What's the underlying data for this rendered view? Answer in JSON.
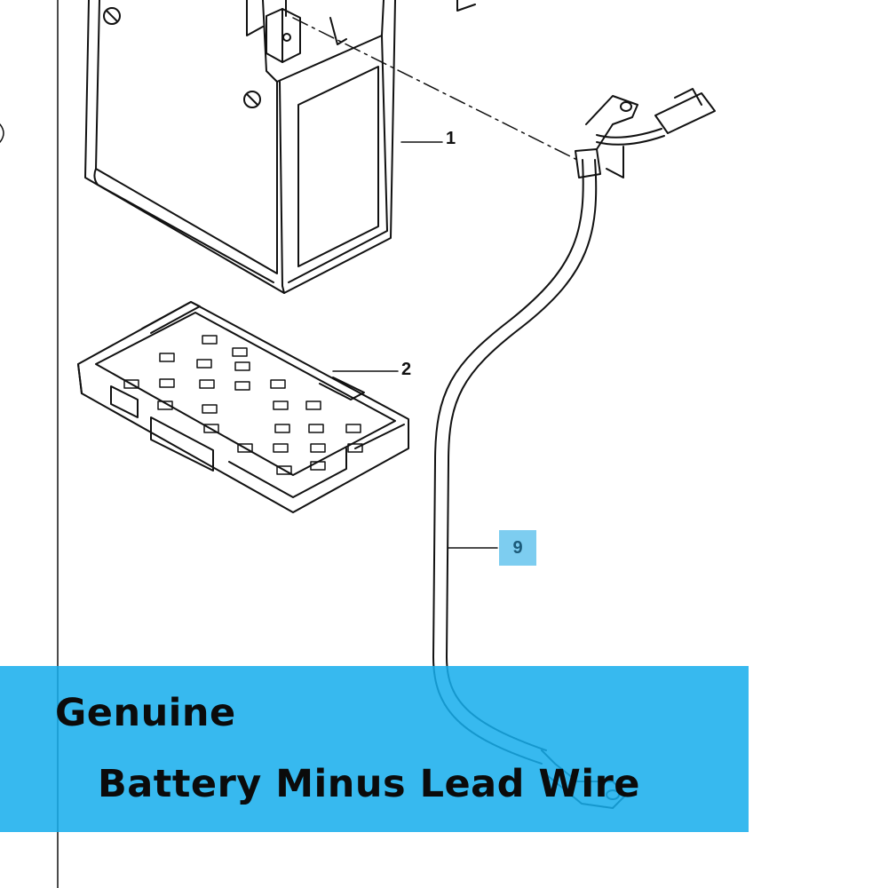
{
  "callouts": {
    "battery": "1",
    "tray": "2",
    "lead_wire": "9"
  },
  "banner": {
    "line1": "Genuine",
    "line2": "Battery Minus Lead Wire"
  },
  "colors": {
    "banner": "#16aeec",
    "highlight": "#7dcdf0",
    "ink": "#111111"
  }
}
